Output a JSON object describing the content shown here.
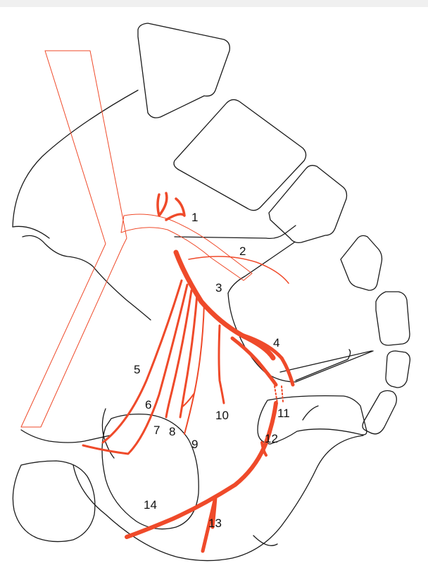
{
  "colors": {
    "artery": "#ef4a2a",
    "outline": "#1a1a1a",
    "background": "#ffffff"
  },
  "labels": [
    "1",
    "2",
    "3",
    "4",
    "5",
    "6",
    "7",
    "8",
    "9",
    "10",
    "11",
    "12",
    "13",
    "14"
  ]
}
